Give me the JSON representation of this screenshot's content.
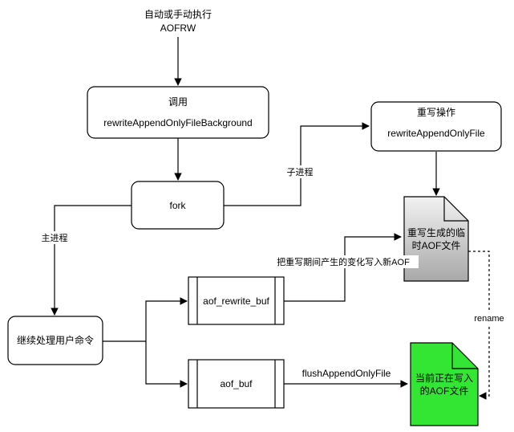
{
  "title_lines": [
    "自动或手动执行",
    "AOFRW"
  ],
  "nodes": {
    "rewrite_bg": {
      "line1": "调用",
      "line2": "rewriteAppendOnlyFileBackground"
    },
    "fork": {
      "label": "fork"
    },
    "rewrite_op": {
      "line1": "重写操作",
      "line2": "rewriteAppendOnlyFile"
    },
    "temp_aof": {
      "line1": "重写生成的临",
      "line2": "时AOF文件"
    },
    "continue_cmd": {
      "label": "继续处理用户命令"
    },
    "aof_rewrite_buf": {
      "label": "aof_rewrite_buf"
    },
    "aof_buf": {
      "label": "aof_buf"
    },
    "current_aof": {
      "line1": "当前正在写入",
      "line2": "的AOF文件"
    }
  },
  "edge_labels": {
    "child_process": "子进程",
    "main_process": "主进程",
    "write_changes": "把重写期间产生的变化写入新AOF",
    "rename": "rename",
    "flush": "flushAppendOnlyFile"
  },
  "colors": {
    "stroke": "#000000",
    "temp_doc_top": "#f2f2f2",
    "temp_doc_bottom": "#a8a8a8",
    "current_doc_fill": "#33e633"
  }
}
